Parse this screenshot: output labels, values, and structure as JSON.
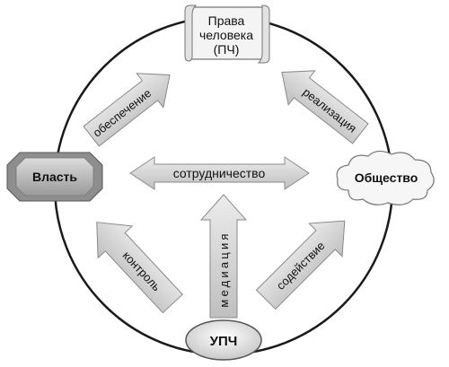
{
  "nodes": {
    "rights": {
      "line1": "Права",
      "line2": "человека",
      "line3": "(ПЧ)"
    },
    "power": {
      "label": "Власть"
    },
    "society": {
      "label": "Общество"
    },
    "upch": {
      "label": "УПЧ"
    }
  },
  "arrows": {
    "provision": "обеспечение",
    "realization": "реализация",
    "cooperation": "сотрудничество",
    "control": "контроль",
    "mediation": "медиация",
    "assistance": "содействие"
  },
  "colors": {
    "arrow_fill": "#d6d6d6",
    "arrow_stroke": "#8a8a8a",
    "power_fill": "#bdbdbd",
    "circle": "#1a1a1a"
  }
}
